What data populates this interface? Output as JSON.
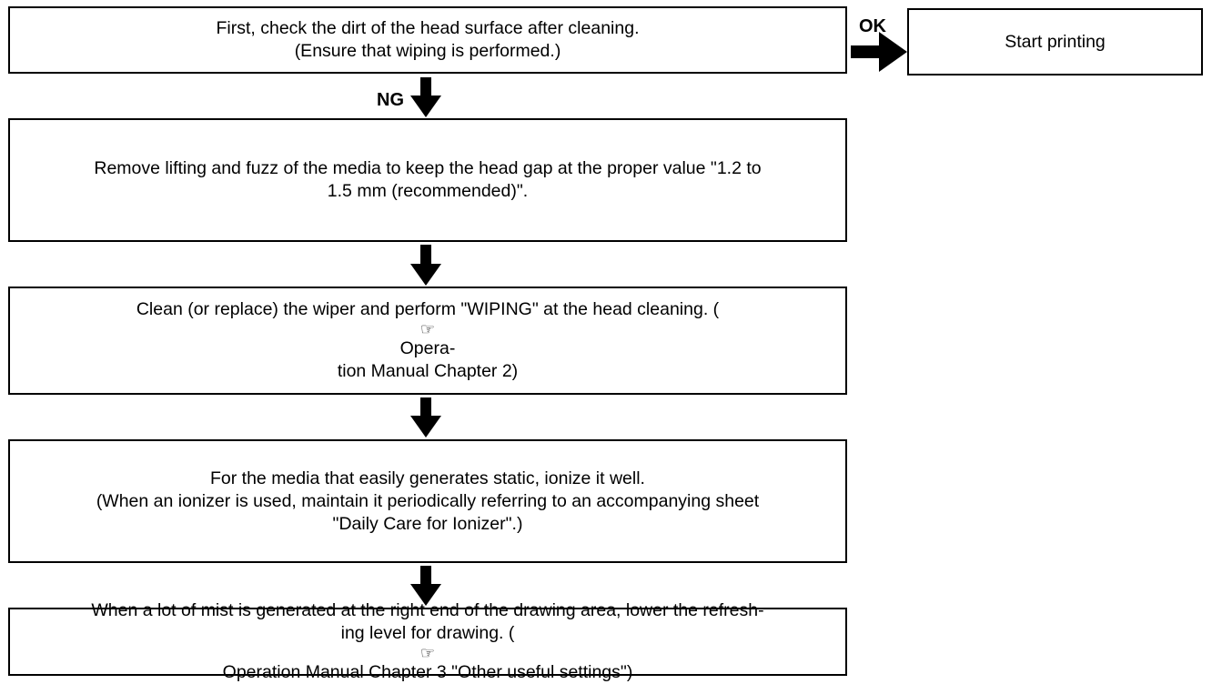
{
  "steps": {
    "check": {
      "line1": "First, check the dirt of the head surface after cleaning.",
      "line2": "(Ensure that wiping is performed.)"
    },
    "start": {
      "line1": "Start printing"
    },
    "remove": {
      "line1": "Remove lifting and fuzz of the media to keep the head gap at the proper value \"1.2 to",
      "line2": "1.5 mm (recommended)\"."
    },
    "clean": {
      "line1a": "Clean (or replace) the wiper and perform \"WIPING\" at the head cleaning. (",
      "line1b": " Opera-",
      "line2": "tion Manual Chapter 2)"
    },
    "ionize": {
      "line1": "For the media that easily generates static, ionize it well.",
      "line2": "(When an ionizer is used, maintain it periodically referring to an accompanying sheet",
      "line3": "\"Daily Care for Ionizer\".)"
    },
    "mist": {
      "line1": "When a lot of mist is generated at the right end of the drawing area, lower the refresh-",
      "line2a": "ing level for drawing. (",
      "line2b": " Operation Manual Chapter 3 \"Other useful settings\")"
    }
  },
  "edges": {
    "ok_label": "OK",
    "ng_label": "NG"
  },
  "icons": {
    "reference": "pointing-hand-icon"
  }
}
